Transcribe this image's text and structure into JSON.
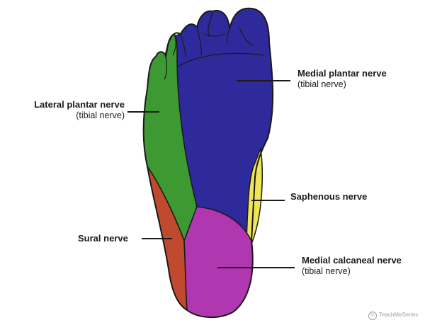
{
  "colors": {
    "medial_plantar": "#2e2a9c",
    "lateral_plantar": "#3d9a32",
    "saphenous": "#f0e552",
    "sural": "#bf4a2e",
    "medial_calcaneal": "#b037b0",
    "outline": "#1a1a1a"
  },
  "labels": {
    "medial_plantar": {
      "name": "Medial plantar nerve",
      "sub": "(tibial nerve)"
    },
    "lateral_plantar": {
      "name": "Lateral plantar nerve",
      "sub": "(tibial nerve)"
    },
    "saphenous": {
      "name": "Saphenous nerve"
    },
    "sural": {
      "name": "Sural nerve"
    },
    "medial_calcaneal": {
      "name": "Medial calcaneal nerve",
      "sub": "(tibial nerve)"
    }
  },
  "watermark": {
    "text": "TeachMeSeries",
    "icon": "copyright-icon"
  }
}
